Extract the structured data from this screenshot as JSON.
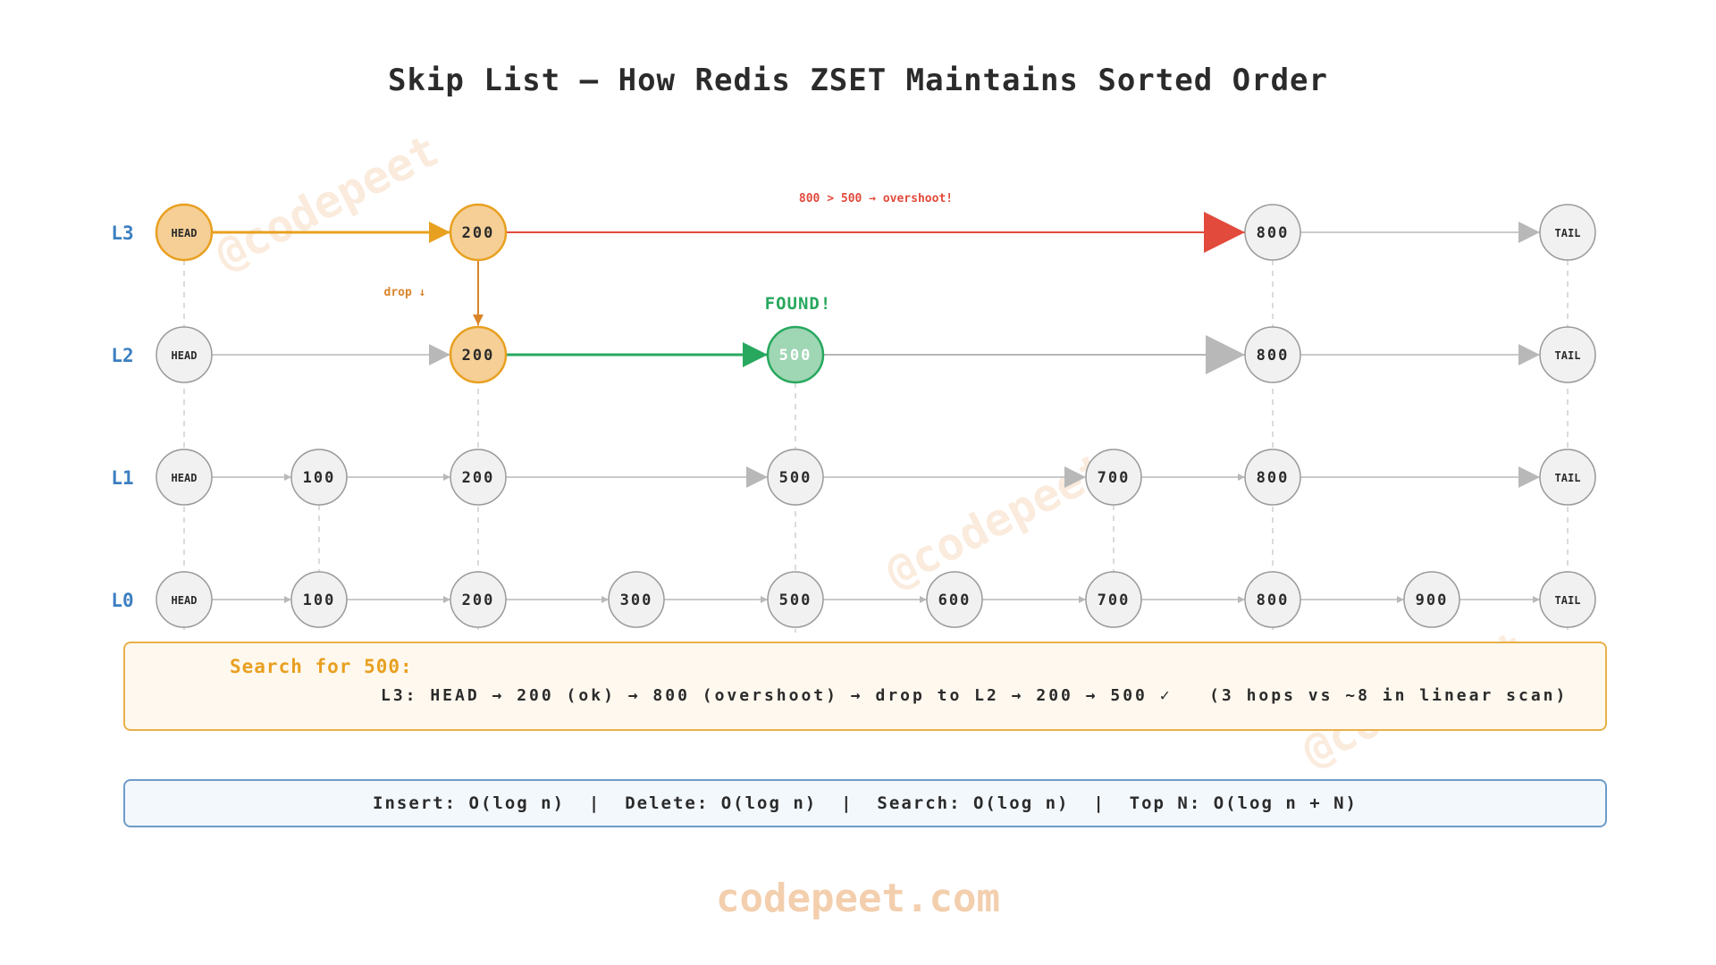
{
  "title": "Skip List — How Redis ZSET Maintains Sorted Order",
  "levels": [
    {
      "label": "L3",
      "nodes": [
        "HEAD",
        "200",
        "800",
        "TAIL"
      ]
    },
    {
      "label": "L2",
      "nodes": [
        "HEAD",
        "200",
        "500",
        "800",
        "TAIL"
      ]
    },
    {
      "label": "L1",
      "nodes": [
        "HEAD",
        "100",
        "200",
        "500",
        "700",
        "800",
        "TAIL"
      ]
    },
    {
      "label": "L0",
      "nodes": [
        "HEAD",
        "100",
        "200",
        "300",
        "500",
        "600",
        "700",
        "800",
        "900",
        "TAIL"
      ]
    }
  ],
  "annotations": {
    "overshoot": "800 > 500 → overshoot!",
    "drop": "drop ↓",
    "found": "FOUND!"
  },
  "search": {
    "title": "Search for 500:",
    "path": "L3: HEAD → 200 (ok) → 800 (overshoot) → drop to L2 → 200 → 500 ✓   (3 hops vs ~8 in linear scan)"
  },
  "complexity": "Insert: O(log n)  |  Delete: O(log n)  |  Search: O(log n)  |  Top N: O(log n + N)",
  "footer": "codepeet.com",
  "watermark": "@codepeet",
  "colors": {
    "level_label": "#3d7fc1",
    "search_path": "#e8a020",
    "overshoot": "#e24a3b",
    "found": "#27a85e",
    "node_default": "#f1f1f1",
    "node_path_fill": "#f5cf96",
    "node_found_fill": "#9fd6b3"
  }
}
